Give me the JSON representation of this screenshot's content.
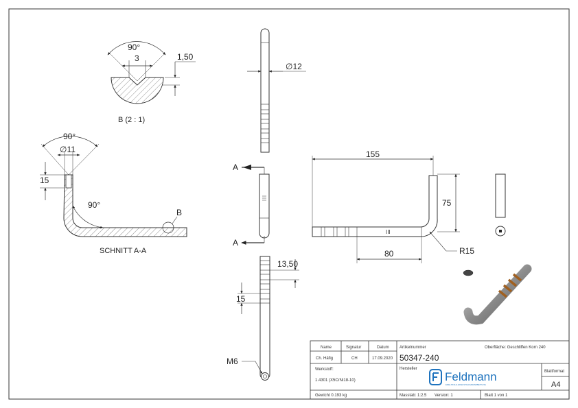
{
  "section_b_label": "B (2 : 1)",
  "section_aa_label": "SCHNITT A-A",
  "detail_b": {
    "angle": "90°",
    "width": "3",
    "depth": "1,50"
  },
  "section": {
    "angle_top": "90°",
    "diameter": "∅11",
    "depth": "15",
    "bend_angle": "90°",
    "marker_b": "B"
  },
  "front_view": {
    "diameter": "∅12"
  },
  "cut_markers": {
    "top": "A",
    "bottom": "A"
  },
  "pitch_view": {
    "pitch": "13,50",
    "length": "15",
    "thread": "M6"
  },
  "main_view": {
    "length": "155",
    "height": "75",
    "radius": "R15",
    "grooved_length": "80",
    "mark": "III"
  },
  "title_block": {
    "headers": {
      "name": "Name",
      "signatur": "Signatur",
      "datum": "Datum",
      "artikelnummer": "Artikelnummer",
      "oberflaeche": "Oberfläche:  Geschliffen Korn 240"
    },
    "row1": {
      "name": "Ch. Häfig",
      "signatur": "CH",
      "datum": "17.09.2020",
      "article_no": "50347-240"
    },
    "werkstoff_label": "Werkstoff:",
    "werkstoff_value": "1.4301 (X5CrNi18-10)",
    "hersteller_label": "Hersteller",
    "blattformat_label": "Blattformat",
    "blattformat_value": "A4",
    "gewicht": "Gewicht 0.193 kg",
    "massstab": "Masstab: 1:2.5",
    "version": "Version: 1",
    "blatt": "Blatt 1 von 1",
    "logo_text": "Feldmann",
    "logo_tagline": "EDELSTAHL-EDELSTAHLVERARBEITUNG"
  },
  "colors": {
    "line": "#333333",
    "logo_blue": "#1e73be",
    "steel": "#9a9a9a"
  }
}
